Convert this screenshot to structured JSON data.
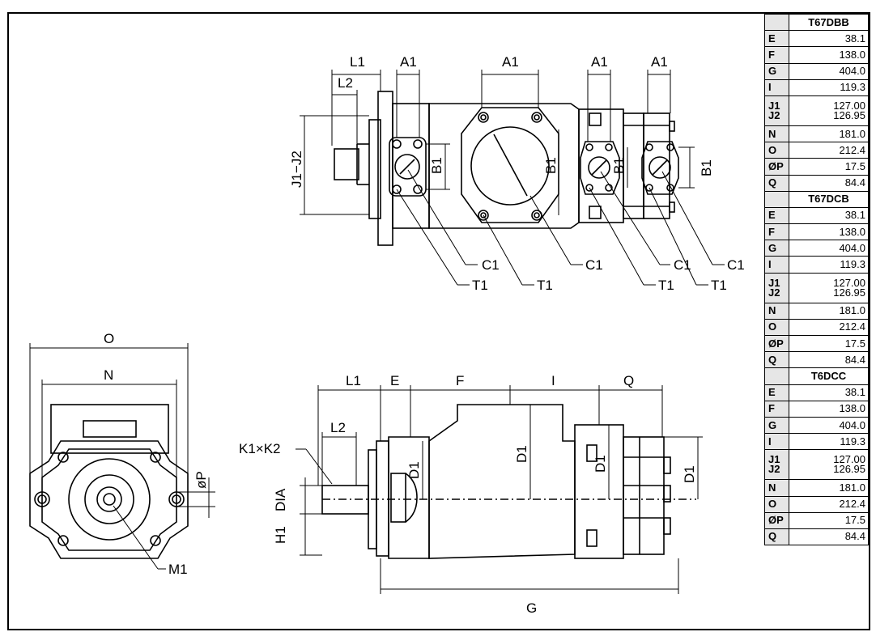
{
  "tables": [
    {
      "model": "T67DBB",
      "rows": [
        {
          "code": "E",
          "value": "38.1"
        },
        {
          "code": "F",
          "value": "138.0"
        },
        {
          "code": "G",
          "value": "404.0"
        },
        {
          "code": "I",
          "value": "119.3"
        },
        {
          "code": "J1",
          "code2": "J2",
          "value": "127.00",
          "value2": "126.95"
        },
        {
          "code": "N",
          "value": "181.0"
        },
        {
          "code": "O",
          "value": "212.4"
        },
        {
          "code": "ØP",
          "value": "17.5"
        },
        {
          "code": "Q",
          "value": "84.4"
        }
      ]
    },
    {
      "model": "T67DCB",
      "rows": [
        {
          "code": "E",
          "value": "38.1"
        },
        {
          "code": "F",
          "value": "138.0"
        },
        {
          "code": "G",
          "value": "404.0"
        },
        {
          "code": "I",
          "value": "119.3"
        },
        {
          "code": "J1",
          "code2": "J2",
          "value": "127.00",
          "value2": "126.95"
        },
        {
          "code": "N",
          "value": "181.0"
        },
        {
          "code": "O",
          "value": "212.4"
        },
        {
          "code": "ØP",
          "value": "17.5"
        },
        {
          "code": "Q",
          "value": "84.4"
        }
      ]
    },
    {
      "model": "T6DCC",
      "rows": [
        {
          "code": "E",
          "value": "38.1"
        },
        {
          "code": "F",
          "value": "138.0"
        },
        {
          "code": "G",
          "value": "404.0"
        },
        {
          "code": "I",
          "value": "119.3"
        },
        {
          "code": "J1",
          "code2": "J2",
          "value": "127.00",
          "value2": "126.95"
        },
        {
          "code": "N",
          "value": "181.0"
        },
        {
          "code": "O",
          "value": "212.4"
        },
        {
          "code": "ØP",
          "value": "17.5"
        },
        {
          "code": "Q",
          "value": "84.4"
        }
      ]
    }
  ],
  "labels": {
    "L1": "L1",
    "L2": "L2",
    "A1": "A1",
    "B1": "B1",
    "C1": "C1",
    "T1": "T1",
    "J1J2": "J1−J2",
    "O": "O",
    "N": "N",
    "P": "øP",
    "M1": "M1",
    "E": "E",
    "F": "F",
    "I": "I",
    "Q": "Q",
    "G": "G",
    "D1": "D1",
    "DIA": "DIA",
    "H1": "H1",
    "K1K2": "K1×K2"
  }
}
